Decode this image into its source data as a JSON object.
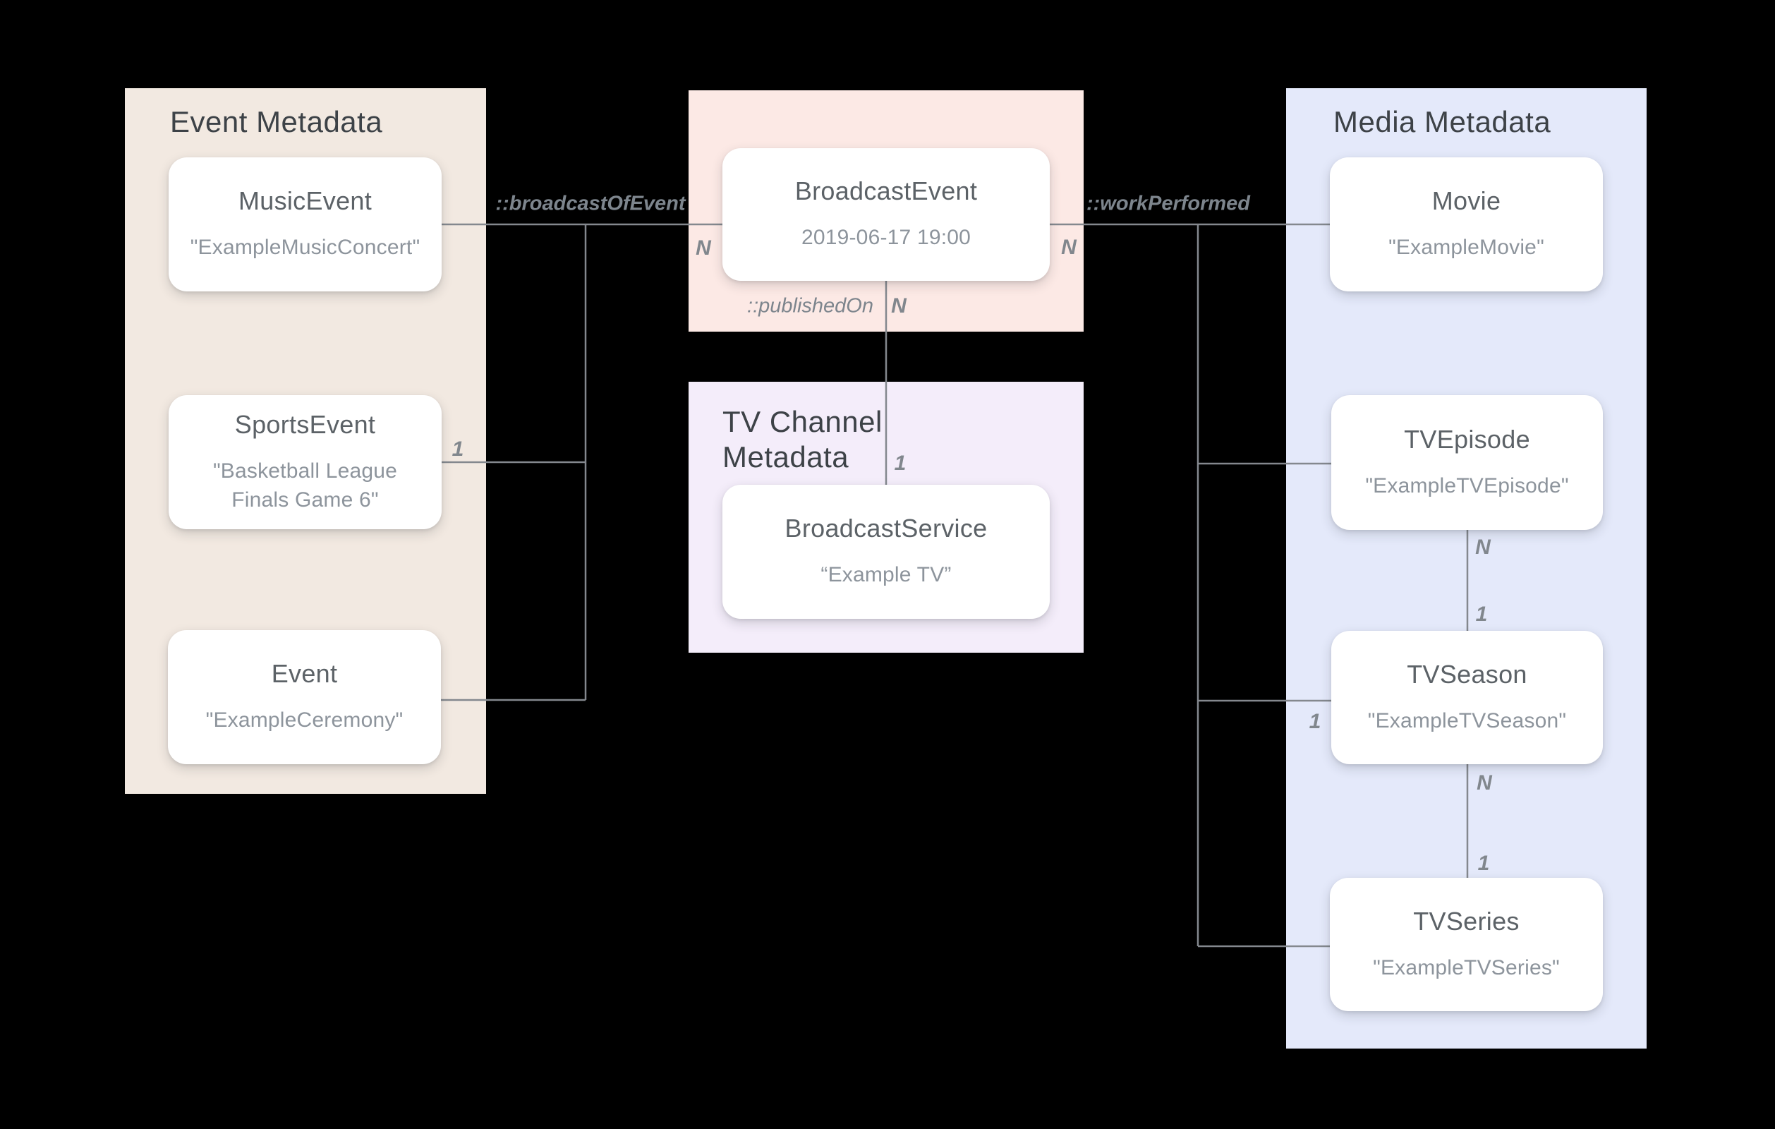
{
  "diagram": {
    "background_color": "#000000",
    "line_color": "#84888e",
    "panel_colors": {
      "event_metadata": "#f2e9e1",
      "broadcast_event": "#fce9e5",
      "tv_channel_metadata": "#f4edfa",
      "media_metadata": "#e4e9fa"
    }
  },
  "panels": {
    "event": {
      "title": "Event Metadata"
    },
    "tv_channel": {
      "title": "TV Channel\nMetadata"
    },
    "media": {
      "title": "Media Metadata"
    }
  },
  "cards": {
    "music_event": {
      "title": "MusicEvent",
      "subtitle": "\"ExampleMusicConcert\""
    },
    "sports_event": {
      "title": "SportsEvent",
      "subtitle": "\"Basketball League Finals Game 6\""
    },
    "event": {
      "title": "Event",
      "subtitle": "\"ExampleCeremony\""
    },
    "broadcast_event": {
      "title": "BroadcastEvent",
      "subtitle": "2019-06-17 19:00"
    },
    "broadcast_service": {
      "title": "BroadcastService",
      "subtitle": "“Example TV”"
    },
    "movie": {
      "title": "Movie",
      "subtitle": "\"ExampleMovie\""
    },
    "tv_episode": {
      "title": "TVEpisode",
      "subtitle": "\"ExampleTVEpisode\""
    },
    "tv_season": {
      "title": "TVSeason",
      "subtitle": "\"ExampleTVSeason\""
    },
    "tv_series": {
      "title": "TVSeries",
      "subtitle": "\"ExampleTVSeries\""
    }
  },
  "edge_labels": {
    "broadcast_of_event": "::broadcastOfEvent",
    "work_performed": "::workPerformed",
    "published_on": "::publishedOn"
  },
  "cardinalities": {
    "broadcast_left_n": "N",
    "broadcast_right_n": "N",
    "published_on_n": "N",
    "published_on_one": "1",
    "sports_event_one": "1",
    "tv_season_trunk_one": "1",
    "episode_season_n": "N",
    "episode_season_one": "1",
    "season_series_n": "N",
    "season_series_one": "1"
  }
}
